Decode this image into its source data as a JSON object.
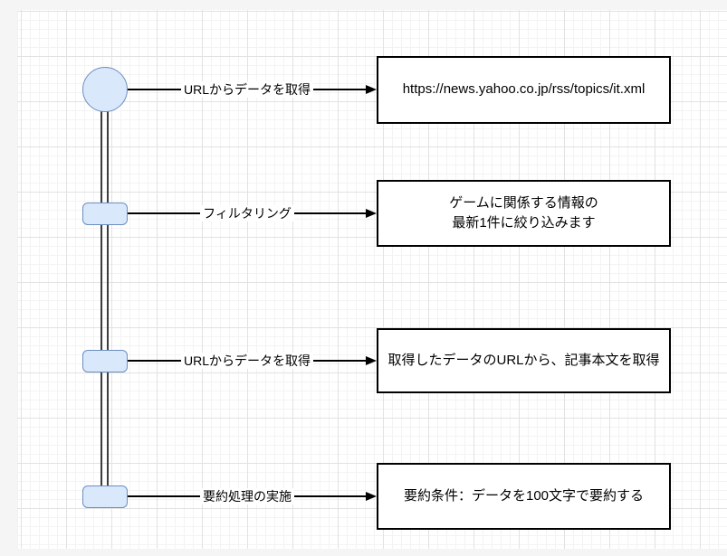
{
  "diagram": {
    "type": "flow-sequence-diagram",
    "palette": {
      "node_fill": "#dae8fc",
      "node_border": "#6c8ebf",
      "lifeline_color": "#3d3d3d",
      "arrow_color": "#000000",
      "box_border": "#000000",
      "box_fill": "#ffffff",
      "canvas_bg": "#ffffff",
      "page_bg": "#f5f5f5",
      "grid_minor": "#f3f3f3",
      "grid_major": "#e2e2e2"
    },
    "start_node_shape": "circle",
    "steps": [
      {
        "arrow_label": "URLからデータを取得",
        "box_text": "https://news.yahoo.co.jp/rss/topics/it.xml"
      },
      {
        "arrow_label": "フィルタリング",
        "box_text": "ゲームに関係する情報の\n最新1件に絞り込みます"
      },
      {
        "arrow_label": "URLからデータを取得",
        "box_text": "取得したデータのURLから、記事本文を取得"
      },
      {
        "arrow_label": "要約処理の実施",
        "box_text": "要約条件：データを100文字で要約する"
      }
    ]
  }
}
